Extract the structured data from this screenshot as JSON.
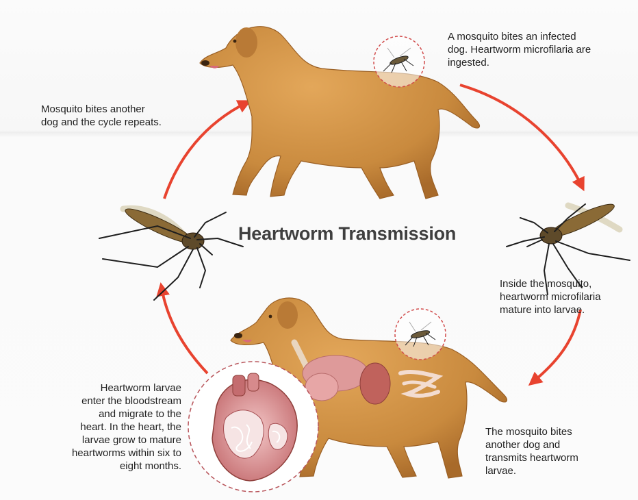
{
  "diagram": {
    "title": "Heartworm Transmission",
    "captions": {
      "top_right": "A mosquito bites an infected\ndog. Heartworm microfilaria are\ningested.",
      "left_top": "Mosquito bites another\ndog and the cycle repeats.",
      "right_mid": "Inside the mosquito,\nheartworm microfilaria\nmature into larvae.",
      "bottom_right": "The mosquito bites\nanother dog and\ntransmits heartworm\nlarvae.",
      "bottom_left": "Heartworm larvae\nenter the bloodstream\nand migrate to the\nheart. In the heart, the\nlarvae grow to mature\nheartworms within six to\neight months."
    },
    "colors": {
      "arrow": "#e8432f",
      "dog_fur": "#c98a3e",
      "dog_shadow": "#a86a2a",
      "organ_pink": "#d98a8a",
      "heart_red": "#b8545a",
      "text": "#1f1f1f",
      "title": "#3f3f3f"
    },
    "icons": [
      "dog-illustration",
      "mosquito-illustration",
      "heart-cross-section",
      "cycle-arrow"
    ]
  }
}
